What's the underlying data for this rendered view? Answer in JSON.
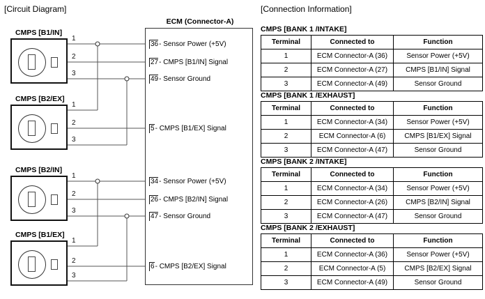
{
  "headings": {
    "circuit": "[Circuit Diagram]",
    "connection_info": "[Connection Information]"
  },
  "circuit": {
    "ecm": {
      "title": "ECM (Connector-A)",
      "pins": [
        {
          "num": "36",
          "sep": "-",
          "desc": "Sensor Power (+5V)"
        },
        {
          "num": "27",
          "sep": "-",
          "desc": "CMPS [B1/IN] Signal"
        },
        {
          "num": "49",
          "sep": "-",
          "desc": "Sensor Ground"
        },
        {
          "num": "5",
          "sep": "-",
          "desc": "CMPS [B1/EX] Signal"
        },
        {
          "num": "34",
          "sep": "-",
          "desc": "Sensor Power (+5V)"
        },
        {
          "num": "26",
          "sep": "-",
          "desc": "CMPS [B2/IN] Signal"
        },
        {
          "num": "47",
          "sep": "-",
          "desc": "Sensor Ground"
        },
        {
          "num": "6",
          "sep": "-",
          "desc": "CMPS [B2/EX] Signal"
        }
      ]
    },
    "connectors": [
      {
        "label": "CMPS [B1/IN]",
        "pins": [
          "1",
          "2",
          "3"
        ]
      },
      {
        "label": "CMPS [B2/EX]",
        "pins": [
          "1",
          "2",
          "3"
        ]
      },
      {
        "label": "CMPS [B2/IN]",
        "pins": [
          "1",
          "2",
          "3"
        ]
      },
      {
        "label": "CMPS [B1/EX]",
        "pins": [
          "1",
          "2",
          "3"
        ]
      }
    ]
  },
  "tables": [
    {
      "title": "CMPS [BANK 1 /INTAKE]",
      "columns": [
        "Terminal",
        "Connected to",
        "Function"
      ],
      "rows": [
        [
          "1",
          "ECM Connector-A (36)",
          "Sensor Power (+5V)"
        ],
        [
          "2",
          "ECM Connector-A (27)",
          "CMPS [B1/IN] Signal"
        ],
        [
          "3",
          "ECM Connector-A (49)",
          "Sensor Ground"
        ]
      ]
    },
    {
      "title": "CMPS [BANK 1 /EXHAUST]",
      "columns": [
        "Terminal",
        "Connected to",
        "Function"
      ],
      "rows": [
        [
          "1",
          "ECM Connector-A (34)",
          "Sensor Power (+5V)"
        ],
        [
          "2",
          "ECM Connector-A (6)",
          "CMPS [B1/EX] Signal"
        ],
        [
          "3",
          "ECM Connector-A (47)",
          "Sensor Ground"
        ]
      ]
    },
    {
      "title": "CMPS [BANK 2 /INTAKE]",
      "columns": [
        "Terminal",
        "Connected to",
        "Function"
      ],
      "rows": [
        [
          "1",
          "ECM Connector-A (34)",
          "Sensor Power (+5V)"
        ],
        [
          "2",
          "ECM Connector-A (26)",
          "CMPS [B2/IN] Signal"
        ],
        [
          "3",
          "ECM Connector-A (47)",
          "Sensor Ground"
        ]
      ]
    },
    {
      "title": "CMPS [BANK 2 /EXHAUST]",
      "columns": [
        "Terminal",
        "Connected to",
        "Function"
      ],
      "rows": [
        [
          "1",
          "ECM Connector-A (36)",
          "Sensor Power (+5V)"
        ],
        [
          "2",
          "ECM Connector-A (5)",
          "CMPS [B2/EX] Signal"
        ],
        [
          "3",
          "ECM Connector-A (49)",
          "Sensor Ground"
        ]
      ]
    }
  ],
  "colors": {
    "ink": "#000000",
    "wire": "#555555",
    "box_border": "#111111",
    "ecm_border": "#333333",
    "background": "#ffffff"
  }
}
